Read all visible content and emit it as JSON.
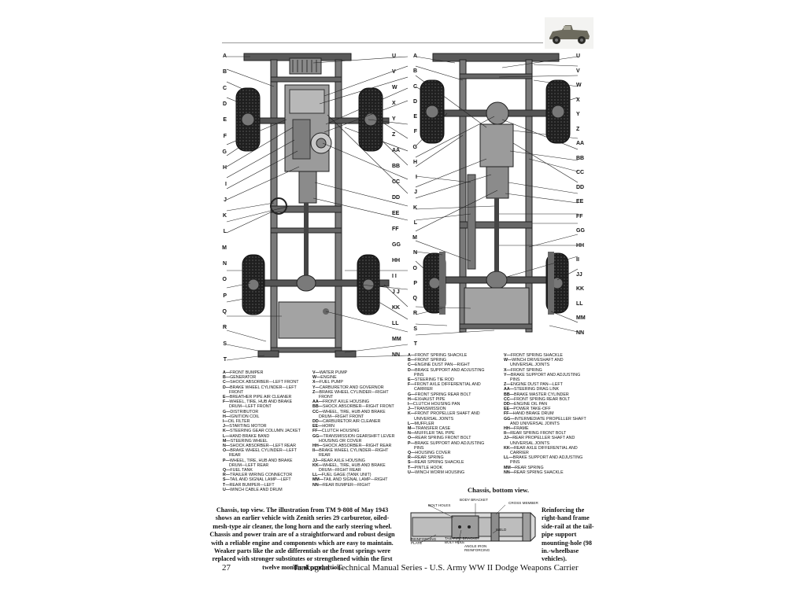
{
  "page": {
    "number": "27",
    "footer_title": "Tankograd - Technical Manual Series - U.S. Army WW II Dodge Weapons Carrier"
  },
  "top_view": {
    "left_labels": [
      "A",
      "B",
      "C",
      "D",
      "E",
      "F",
      "G",
      "H",
      "I",
      "J",
      "K",
      "L",
      "M",
      "N",
      "O",
      "P",
      "Q",
      "R",
      "S",
      "T"
    ],
    "right_labels": [
      "U",
      "V",
      "W",
      "X",
      "Y",
      "Z",
      "AA",
      "BB",
      "CC",
      "DD",
      "EE",
      "FF",
      "GG",
      "HH",
      "I I",
      "J J",
      "KK",
      "LL",
      "MM",
      "NN"
    ],
    "legend_col1": [
      {
        "k": "A",
        "t": "FRONT BUMPER"
      },
      {
        "k": "B",
        "t": "GENERATOR"
      },
      {
        "k": "C",
        "t": "SHOCK ABSORBER—LEFT FRONT"
      },
      {
        "k": "D",
        "t": "BRAKE WHEEL CYLINDER—LEFT"
      },
      {
        "k": "",
        "t": "FRONT"
      },
      {
        "k": "E",
        "t": "BREATHER PIPE AIR CLEANER"
      },
      {
        "k": "F",
        "t": "WHEEL, TIRE, HUB AND BRAKE"
      },
      {
        "k": "",
        "t": "DRUM—LEFT FRONT"
      },
      {
        "k": "G",
        "t": "DISTRIBUTOR"
      },
      {
        "k": "H",
        "t": "IGNITION COIL"
      },
      {
        "k": "I",
        "t": "OIL FILTER"
      },
      {
        "k": "J",
        "t": "STARTING MOTOR"
      },
      {
        "k": "K",
        "t": "STEERING GEAR COLUMN JACKET"
      },
      {
        "k": "L",
        "t": "HAND BRAKE BAND"
      },
      {
        "k": "M",
        "t": "STEERING WHEEL"
      },
      {
        "k": "N",
        "t": "SHOCK ABSORBER—LEFT REAR"
      },
      {
        "k": "O",
        "t": "BRAKE WHEEL CYLINDER—LEFT"
      },
      {
        "k": "",
        "t": "REAR"
      },
      {
        "k": "P",
        "t": "WHEEL, TIRE, HUB AND BRAKE"
      },
      {
        "k": "",
        "t": "DRUM—LEFT REAR"
      },
      {
        "k": "Q",
        "t": "FUEL TANK"
      },
      {
        "k": "R",
        "t": "TRAILER WIRING CONNECTOR"
      },
      {
        "k": "S",
        "t": "TAIL AND SIGNAL LAMP—LEFT"
      },
      {
        "k": "T",
        "t": "REAR BUMPER—LEFT"
      },
      {
        "k": "U",
        "t": "WINCH CABLE AND DRUM"
      }
    ],
    "legend_col2": [
      {
        "k": "V",
        "t": "WATER PUMP"
      },
      {
        "k": "W",
        "t": "ENGINE"
      },
      {
        "k": "X",
        "t": "FUEL PUMP"
      },
      {
        "k": "Y",
        "t": "CARBURETOR AND GOVERNOR"
      },
      {
        "k": "Z",
        "t": "BRAKE WHEEL CYLINDER—RIGHT"
      },
      {
        "k": "",
        "t": "FRONT"
      },
      {
        "k": "AA",
        "t": "FRONT AXLE HOUSING"
      },
      {
        "k": "BB",
        "t": "SHOCK ABSORBER—RIGHT FRONT"
      },
      {
        "k": "CC",
        "t": "WHEEL, TIRE, HUB AND BRAKE"
      },
      {
        "k": "",
        "t": "DRUM—RIGHT FRONT"
      },
      {
        "k": "DD",
        "t": "CARBURETOR AIR CLEANER"
      },
      {
        "k": "EE",
        "t": "HORN"
      },
      {
        "k": "FF",
        "t": "CLUTCH HOUSING"
      },
      {
        "k": "GG",
        "t": "TRANSMISSION GEARSHIFT LEVER"
      },
      {
        "k": "",
        "t": "HOUSING OR COVER"
      },
      {
        "k": "HH",
        "t": "SHOCK ABSORBER—RIGHT REAR"
      },
      {
        "k": "II",
        "t": "BRAKE WHEEL CYLINDER—RIGHT"
      },
      {
        "k": "",
        "t": "REAR"
      },
      {
        "k": "JJ",
        "t": "REAR AXLE HOUSING"
      },
      {
        "k": "KK",
        "t": "WHEEL, TIRE, HUB AND BRAKE"
      },
      {
        "k": "",
        "t": "DRUM—RIGHT REAR"
      },
      {
        "k": "LL",
        "t": "FUEL GAGE (TANK UNIT)"
      },
      {
        "k": "MM",
        "t": "TAIL AND SIGNAL LAMP—RIGHT"
      },
      {
        "k": "NN",
        "t": "REAR BUMPER—RIGHT"
      }
    ],
    "caption": "Chassis, top view. The illustration from TM 9-808 of May 1943 shows an earlier vehicle with Zenith series 29 carburetor, oiled-mesh-type air cleaner, the long horn and the early steering wheel. Chassis and power train are of a straightforward and robust design with a reliable engine and components which are easy to maintain. Weaker parts like the axle differentials or the front springs were replaced with stronger substitutes or strengthened within the first twelve months of production."
  },
  "bottom_view": {
    "left_labels": [
      "A",
      "B",
      "C",
      "D",
      "E",
      "F",
      "G",
      "H",
      "I",
      "J",
      "K",
      "L",
      "M",
      "N",
      "O",
      "P",
      "Q",
      "R",
      "S",
      "T"
    ],
    "right_labels": [
      "U",
      "V",
      "W",
      "X",
      "Y",
      "Z",
      "AA",
      "BB",
      "CC",
      "DD",
      "EE",
      "FF",
      "GG",
      "HH",
      "II",
      "JJ",
      "KK",
      "LL",
      "MM",
      "NN"
    ],
    "legend_col1": [
      {
        "k": "A",
        "t": "FRONT SPRING SHACKLE"
      },
      {
        "k": "B",
        "t": "FRONT SPRING"
      },
      {
        "k": "C",
        "t": "ENGINE DUST PAN—RIGHT"
      },
      {
        "k": "D",
        "t": "BRAKE SUPPORT AND ADJUSTING"
      },
      {
        "k": "",
        "t": "PINS"
      },
      {
        "k": "E",
        "t": "STEERING TIE ROD"
      },
      {
        "k": "F",
        "t": "FRONT AXLE DIFFERENTIAL AND"
      },
      {
        "k": "",
        "t": "CARRIER"
      },
      {
        "k": "G",
        "t": "FRONT SPRING REAR BOLT"
      },
      {
        "k": "H",
        "t": "EXHAUST PIPE"
      },
      {
        "k": "I",
        "t": "CLUTCH HOUSING PAN"
      },
      {
        "k": "J",
        "t": "TRANSMISSION"
      },
      {
        "k": "K",
        "t": "FRONT PROPELLER SHAFT AND"
      },
      {
        "k": "",
        "t": "UNIVERSAL JOINTS"
      },
      {
        "k": "L",
        "t": "MUFFLER"
      },
      {
        "k": "M",
        "t": "TRANSFER CASE"
      },
      {
        "k": "N",
        "t": "MUFFLER TAIL PIPE"
      },
      {
        "k": "O",
        "t": "REAR SPRING FRONT BOLT"
      },
      {
        "k": "P",
        "t": "BRAKE SUPPORT AND ADJUSTING"
      },
      {
        "k": "",
        "t": "PINS"
      },
      {
        "k": "Q",
        "t": "HOUSING COVER"
      },
      {
        "k": "R",
        "t": "REAR SPRING"
      },
      {
        "k": "S",
        "t": "REAR SPRING SHACKLE"
      },
      {
        "k": "T",
        "t": "PINTLE HOOK"
      },
      {
        "k": "U",
        "t": "WINCH WORM HOUSING"
      }
    ],
    "legend_col2": [
      {
        "k": "V",
        "t": "FRONT SPRING SHACKLE"
      },
      {
        "k": "W",
        "t": "WINCH DRIVESHAFT AND"
      },
      {
        "k": "",
        "t": "UNIVERSAL JOINTS"
      },
      {
        "k": "X",
        "t": "FRONT SPRING"
      },
      {
        "k": "Y",
        "t": "BRAKE SUPPORT AND ADJUSTING"
      },
      {
        "k": "",
        "t": "PINS"
      },
      {
        "k": "Z",
        "t": "ENGINE DUST PAN—LEFT"
      },
      {
        "k": "AA",
        "t": "STEERING DRAG LINK"
      },
      {
        "k": "BB",
        "t": "BRAKE MASTER CYLINDER"
      },
      {
        "k": "CC",
        "t": "FRONT SPRING REAR BOLT"
      },
      {
        "k": "DD",
        "t": "ENGINE OIL PAN"
      },
      {
        "k": "EE",
        "t": "POWER TAKE-OFF"
      },
      {
        "k": "FF",
        "t": "HAND BRAKE DRUM"
      },
      {
        "k": "GG",
        "t": "INTERMEDIATE PROPELLER SHAFT"
      },
      {
        "k": "",
        "t": "AND UNIVERSAL JOINTS"
      },
      {
        "k": "HH",
        "t": "FRAME"
      },
      {
        "k": "II",
        "t": "REAR SPRING FRONT BOLT"
      },
      {
        "k": "JJ",
        "t": "REAR PROPELLER SHAFT AND"
      },
      {
        "k": "",
        "t": "UNIVERSAL JOINTS"
      },
      {
        "k": "KK",
        "t": "REAR AXLE DIFFERENTIAL AND"
      },
      {
        "k": "",
        "t": "CARRIER"
      },
      {
        "k": "LL",
        "t": "BRAKE SUPPORT AND ADJUSTING"
      },
      {
        "k": "",
        "t": "PINS"
      },
      {
        "k": "MM",
        "t": "REAR SPRING"
      },
      {
        "k": "NN",
        "t": "REAR SPRING SHACKLE"
      }
    ],
    "caption": "Chassis, bottom view."
  },
  "detail": {
    "labels": {
      "bolt_holes": "BOLT HOLES",
      "body_bracket": "BODY BRACKET",
      "cross_member": "CROSS MEMBER",
      "weld": "WELD",
      "reinforcing_plate": "REINFORCING PLATE",
      "tail_pipe_bracket": "TAIL-PIPE BRACKET BOLT HOLE",
      "angle_iron": "ANGLE IRON REINFORCING"
    },
    "caption": "Reinforcing the right-hand frame side-rail at the tail-pipe support mounting-hole (98 in.-wheelbase vehicles)."
  }
}
